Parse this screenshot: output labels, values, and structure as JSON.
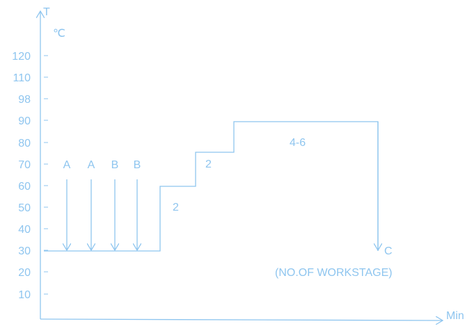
{
  "chart_data": {
    "type": "line",
    "title": "",
    "xlabel": "Min",
    "ylabel": "T",
    "yunit": "℃",
    "yticks": [
      120,
      110,
      98,
      90,
      80,
      70,
      60,
      50,
      40,
      30,
      20,
      10
    ],
    "grid": false,
    "legend": "none",
    "series": [
      {
        "points": [
          {
            "step": 0,
            "y": 30
          },
          {
            "step": 1,
            "y": 30
          },
          {
            "step": 1,
            "y": 60
          },
          {
            "step": 2,
            "y": 60
          },
          {
            "step": 2,
            "y": 76
          },
          {
            "step": 3,
            "y": 76
          },
          {
            "step": 3,
            "y": 90
          },
          {
            "step": 4,
            "y": 90
          },
          {
            "step": 4,
            "y": 30
          }
        ]
      }
    ],
    "markers": [
      {
        "label": "A",
        "y": 30
      },
      {
        "label": "A",
        "y": 30
      },
      {
        "label": "B",
        "y": 30
      },
      {
        "label": "B",
        "y": 30
      },
      {
        "label": "C",
        "y": 30
      }
    ],
    "annotations": [
      "2",
      "2",
      "4-6",
      "(NO.OF WORKSTAGE)"
    ]
  },
  "colors": {
    "line": "#8ec5ef",
    "text": "#8ec5ef",
    "background": "#ffffff"
  }
}
